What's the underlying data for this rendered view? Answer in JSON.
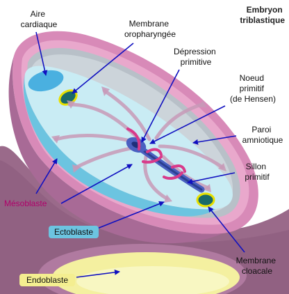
{
  "corner_title": [
    "Embryon",
    "triblastique"
  ],
  "labels": {
    "aire_cardiaque": [
      "Aire",
      "cardiaque"
    ],
    "membrane_oropharyngee": [
      "Membrane",
      "oropharyngée"
    ],
    "depression_primitive": [
      "Dépression",
      "primitive"
    ],
    "noeud_primitif": [
      "Noeud",
      "primitif",
      "(de Hensen)"
    ],
    "paroi_amniotique": [
      "Paroi",
      "amniotique"
    ],
    "sillon_primitif": [
      "Sillon",
      "primitif"
    ],
    "mesoblaste": "Mésoblaste",
    "ectoblaste": "Ectoblaste",
    "endoblaste": "Endoblaste",
    "membrane_cloacale": [
      "Membrane",
      "cloacale"
    ]
  },
  "colors": {
    "yolk_sac": "#9a6a8a",
    "amnion_wall": "#d88ab8",
    "amnion_inner": "#e9a8cc",
    "amniotic_cavity": "#b8c0c8",
    "ectoblast_disc": "#c9ecf4",
    "primitive_streak": "#4a5fc0",
    "endoblast_yolk": "#f4f0a0",
    "mesoblast_arrows": "#c89ab8",
    "label_arrow": "#1010c0",
    "ectoblaste_pill": "#6cc4e0",
    "endoblaste_pill": "#f4ee90"
  }
}
